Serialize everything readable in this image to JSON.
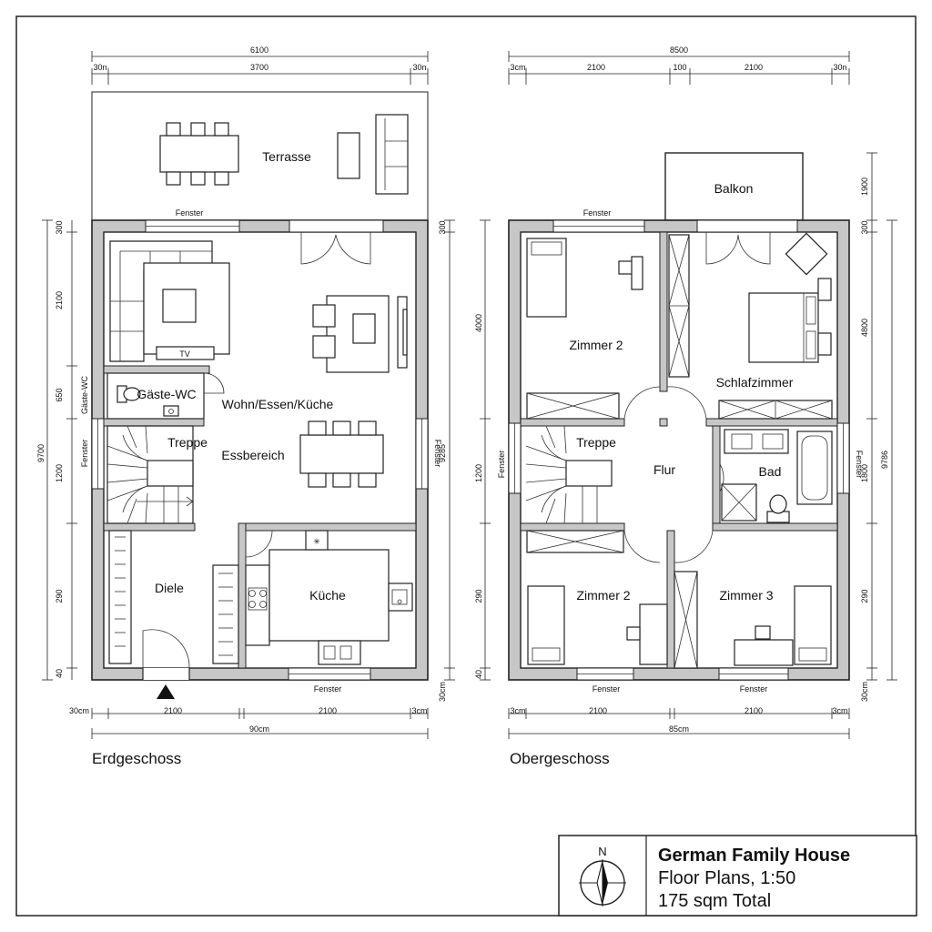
{
  "ground_floor": {
    "title": "Erdgeschoss",
    "rooms": {
      "terrace": "Terrasse",
      "living": "Wohn/Essen/Küche",
      "guest_wc": "Gäste-WC",
      "stairs": "Treppe",
      "dining": "Essbereich",
      "hall": "Diele",
      "kitchen": "Küche",
      "tv": "TV"
    },
    "window_label": "Fenster",
    "dims_top": {
      "total": "6100",
      "left": "30n",
      "middle": "3700",
      "right": "30n"
    },
    "dims_bottom": {
      "left": "30cm",
      "a": "2100",
      "b": "2100",
      "c": "3cm",
      "total": "90cm"
    },
    "dims_left": [
      "300",
      "2100",
      "650",
      "1200",
      "290",
      "40",
      "9700",
      "Gäste-WC"
    ],
    "dims_right": [
      "300",
      "9285",
      "30cm"
    ]
  },
  "upper_floor": {
    "title": "Obergeschoss",
    "rooms": {
      "balcony": "Balkon",
      "room2_top": "Zimmer 2",
      "bedroom": "Schlafzimmer",
      "stairs": "Treppe",
      "hall": "Flur",
      "bath": "Bad",
      "room2_bottom": "Zimmer 2",
      "room3": "Zimmer 3"
    },
    "window_label": "Fenster",
    "dims_top": {
      "total": "8500",
      "left": "3cm",
      "a": "2100",
      "mid": "100",
      "b": "2100",
      "right": "30n"
    },
    "dims_bottom": {
      "left": "3cm",
      "a": "2100",
      "b": "2100",
      "c": "3cm",
      "total": "85cm"
    },
    "dims_left": [
      "4000",
      "1200",
      "290",
      "40"
    ],
    "dims_right": [
      "1900",
      "300",
      "4800",
      "1800",
      "9786",
      "290",
      "30cm"
    ]
  },
  "title_block": {
    "north": "N",
    "title": "German Family House",
    "subtitle": "Floor Plans, 1:50",
    "area": "175 sqm Total"
  }
}
